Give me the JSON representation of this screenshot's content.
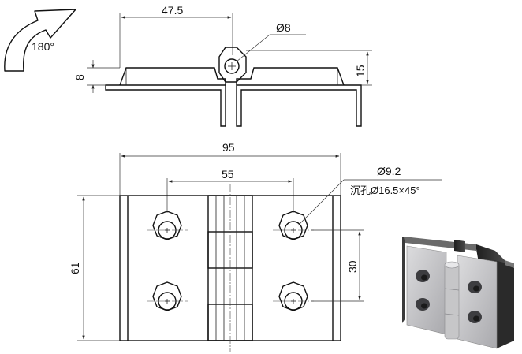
{
  "rotation": {
    "angle_label": "180°",
    "icon": "curved-rotation-arrow"
  },
  "side_view": {
    "width_label": "47.5",
    "pin_diameter_label": "Ø8",
    "left_height_label": "8",
    "right_height_label": "15"
  },
  "top_view": {
    "overall_width_label": "95",
    "hole_spacing_label": "55",
    "height_label": "61",
    "vertical_spacing_label": "30",
    "hole_label": "Ø9.2",
    "countersink_label": "沉孔Ø16.5×45°"
  },
  "render": {
    "caption": ""
  },
  "colors": {
    "line": "#111111",
    "render_plate": "#c9c9cb",
    "render_dark": "#2a2a2a"
  }
}
